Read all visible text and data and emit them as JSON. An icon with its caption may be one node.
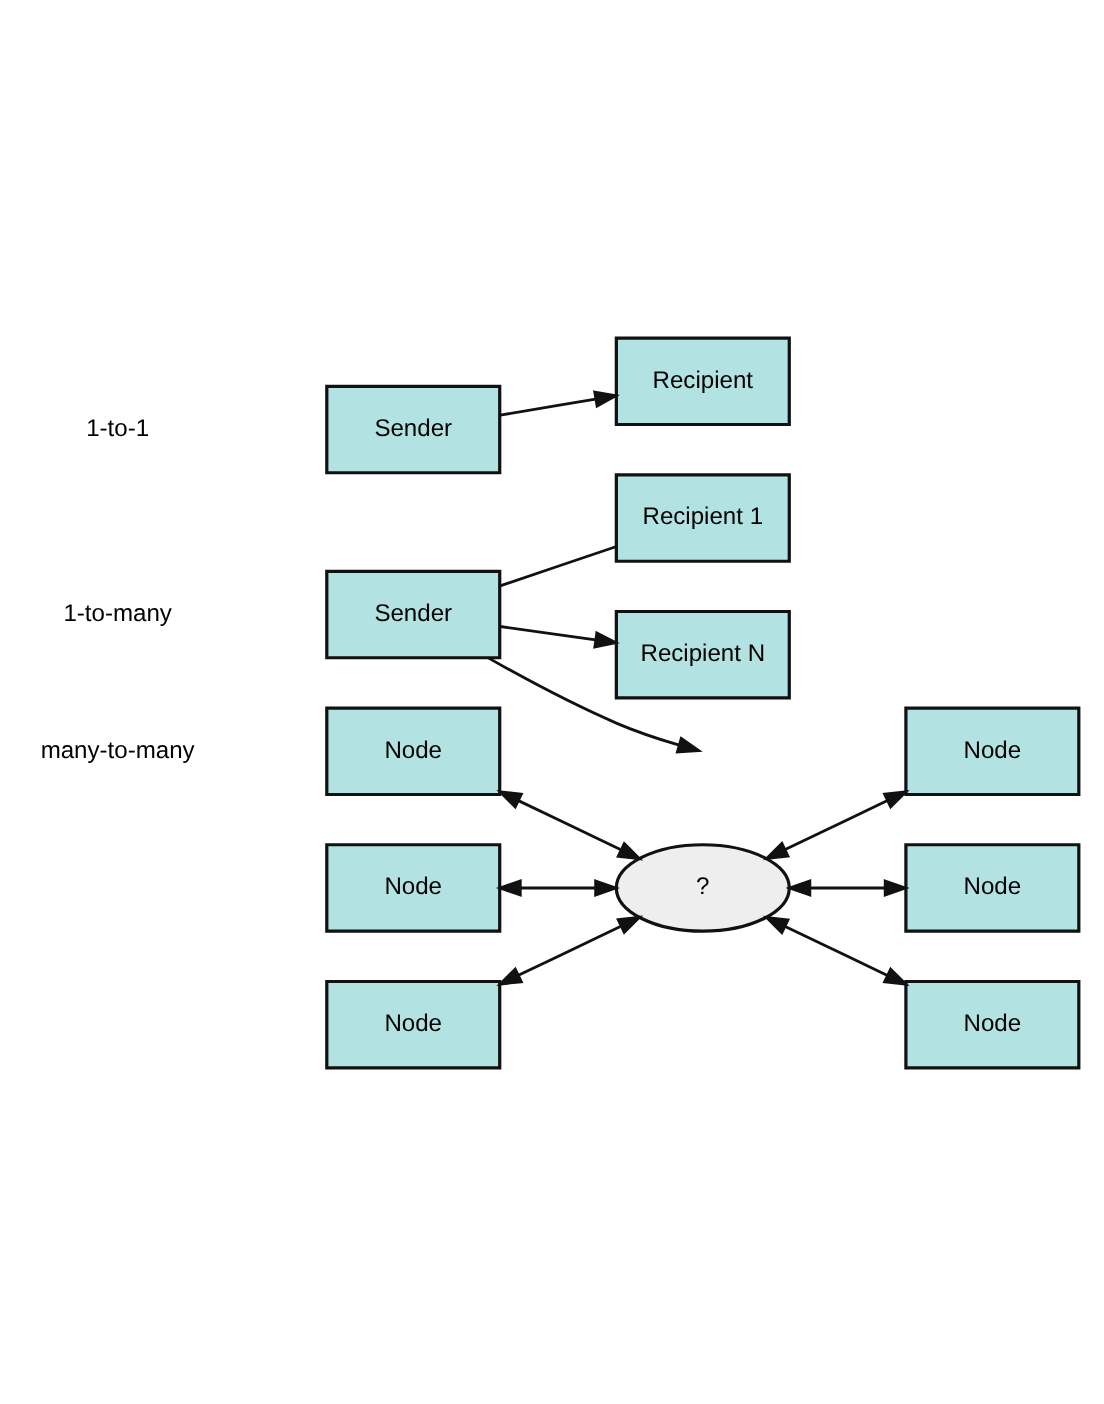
{
  "diagram": {
    "nodes": [
      {
        "text": [
          "Sender"
        ]
      },
      {
        "text": [
          "Recipient"
        ]
      },
      {
        "text": [
          "Sender"
        ]
      },
      {
        "text": [
          "Recipient 1"
        ]
      },
      {
        "text": [
          "Recipient N"
        ]
      },
      {
        "text": [
          "Node"
        ]
      },
      {
        "text": [
          "Node"
        ]
      },
      {
        "text": [
          "Node"
        ]
      },
      {
        "text": [
          "?"
        ]
      },
      {
        "text": [
          "Node"
        ]
      },
      {
        "text": [
          "Node"
        ]
      },
      {
        "text": [
          "Node"
        ]
      }
    ],
    "edges": [
      {
        "from": 0,
        "to": 1,
        "arrow": "to"
      },
      {
        "from": 2,
        "to": 3,
        "arrow": "none"
      },
      {
        "from": 2,
        "to": null,
        "arrow": "to"
      },
      {
        "from": 2,
        "to": 4,
        "arrow": "to"
      },
      {
        "from": 5,
        "to": 8,
        "arrow": "both"
      },
      {
        "from": 8,
        "to": 6,
        "arrow": "both"
      },
      {
        "from": 7,
        "to": 8,
        "arrow": "both"
      },
      {
        "from": 8,
        "to": 9,
        "arrow": "both"
      },
      {
        "from": 10,
        "to": 8,
        "arrow": "both"
      },
      {
        "from": 8,
        "to": 11,
        "arrow": "both"
      }
    ],
    "labels": [
      "1-to-1",
      "1-to-many",
      "many-to-many"
    ]
  }
}
